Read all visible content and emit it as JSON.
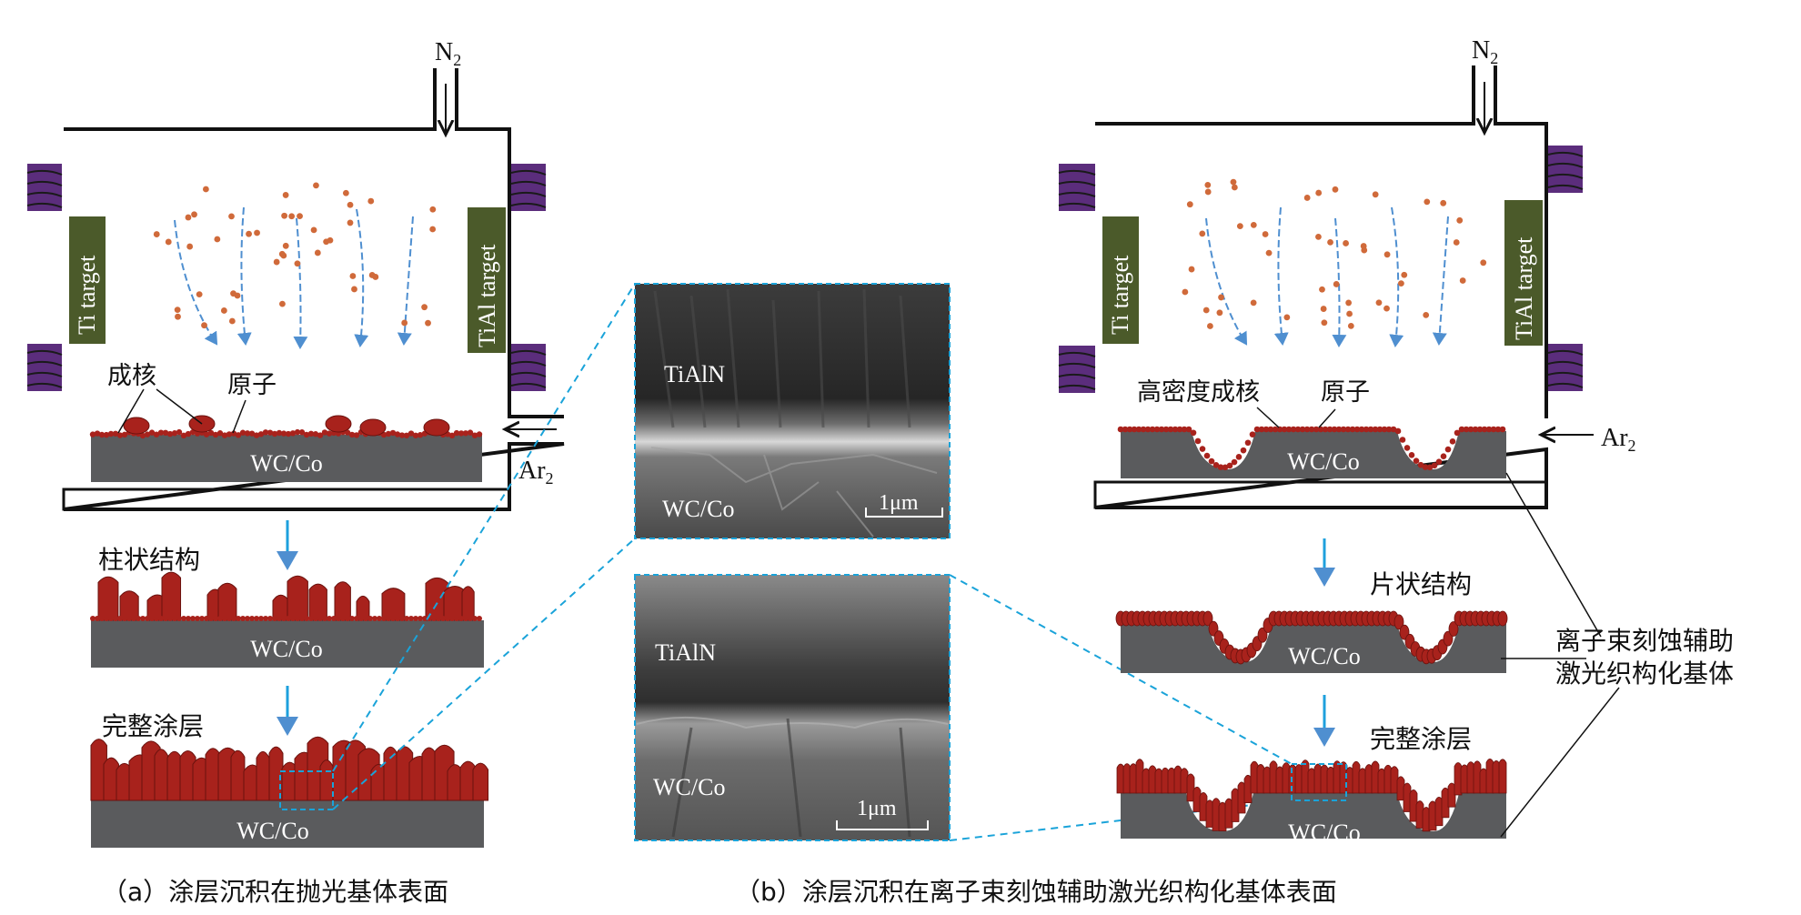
{
  "colors": {
    "grain": "#a8221c",
    "grain_edge": "#6a120e",
    "substrate": "#5a5b5d",
    "target_fill": "#4b5a2a",
    "coil": "#5b2d7c",
    "atom": "#d06a3a",
    "flow": "#4f8fd0",
    "accent_arrow": "#1ea0dd",
    "zoom_line": "#1aa3d9"
  },
  "left": {
    "gas_in": "N",
    "gas_in_sub": "2",
    "gas_out": "Ar",
    "gas_out_sub": "2",
    "ti_target": "Ti target",
    "tial_target": "TiAl target",
    "nucleation_label": "成核",
    "atom_label": "原子",
    "substrate_label": "WC/Co",
    "stage1_label": "柱状结构",
    "stage1_substrate": "WC/Co",
    "stage2_label": "完整涂层",
    "stage2_substrate": "WC/Co",
    "caption": "（a）涂层沉积在抛光基体表面"
  },
  "right": {
    "gas_in": "N",
    "gas_in_sub": "2",
    "gas_out": "Ar",
    "gas_out_sub": "2",
    "ti_target": "Ti target",
    "tial_target": "TiAl target",
    "nucleation_label": "高密度成核",
    "atom_label": "原子",
    "substrate_label": "WC/Co",
    "stage1_label": "片状结构",
    "stage1_substrate": "WC/Co",
    "stage2_label": "完整涂层",
    "stage2_substrate": "WC/Co",
    "annotation_line1": "离子束刻蚀辅助",
    "annotation_line2": "激光织构化基体",
    "caption": "（b）涂层沉积在离子束刻蚀辅助激光织构化基体表面"
  },
  "sem_top": {
    "coating": "TiAlN",
    "substrate": "WC/Co",
    "scale": "1μm"
  },
  "sem_bottom": {
    "coating": "TiAlN",
    "substrate": "WC/Co",
    "scale": "1μm"
  }
}
